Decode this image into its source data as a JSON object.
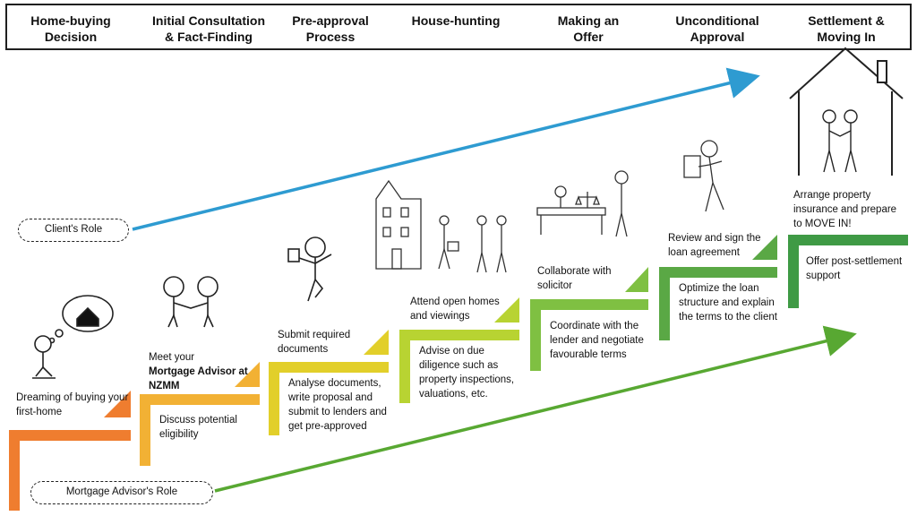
{
  "stages": [
    "Home-buying\nDecision",
    "Initial Consultation\n& Fact-Finding",
    "Pre-approval\nProcess",
    "House-hunting",
    "Making an\nOffer",
    "Unconditional\nApproval",
    "Settlement &\nMoving In"
  ],
  "roles": {
    "client": "Client's Role",
    "advisor": "Mortgage Advisor's Role"
  },
  "client_steps": {
    "s1": "Dreaming of buying your first-home",
    "s2_prefix": "Meet your",
    "s2_bold": "Mortgage Advisor at NZMM",
    "s3": "Submit required documents",
    "s4": "Attend open homes and viewings",
    "s5": "Collaborate with solicitor",
    "s6": "Review and sign the loan agreement",
    "s7": "Arrange property insurance and prepare to MOVE IN!"
  },
  "advisor_steps": {
    "a2": "Discuss potential eligibility",
    "a3": "Analyse documents, write proposal and submit to lenders and get pre-approved",
    "a4": "Advise on due diligence such as property inspections, valuations, etc.",
    "a5": "Coordinate with the lender and negotiate favourable terms",
    "a6": "Optimize the loan structure and explain the terms to the client",
    "a7": "Offer post-settlement support"
  },
  "colors": {
    "arrow_client": "#2e9bd1",
    "arrow_advisor": "#58a832",
    "step1": "#ef7d2f",
    "step2": "#f2b134",
    "step3": "#e2cf2a",
    "step4": "#b8d332",
    "step5": "#7fc042",
    "step6": "#5aa845",
    "step7": "#3f9a45"
  }
}
